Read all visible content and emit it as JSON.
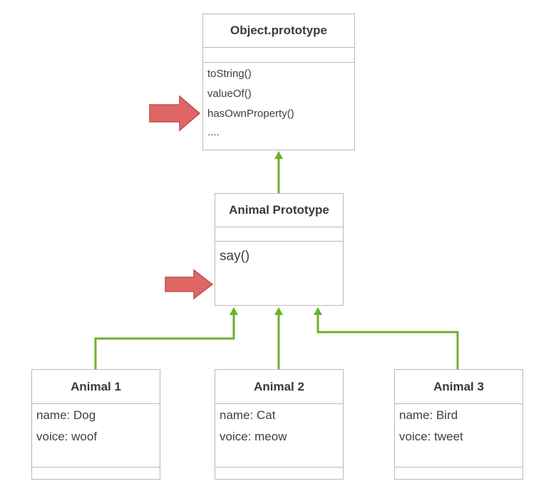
{
  "colors": {
    "connector": "#6cb12d",
    "arrow_fill": "#e06666",
    "arrow_stroke": "#c0504d",
    "box_border": "#b9b9b9",
    "text": "#3f3f3f"
  },
  "object_prototype": {
    "title": "Object.prototype",
    "methods": [
      "toString()",
      "valueOf()",
      "hasOwnProperty()",
      "...."
    ]
  },
  "animal_prototype": {
    "title": "Animal Prototype",
    "methods": [
      "say()"
    ]
  },
  "animals": [
    {
      "title": "Animal 1",
      "properties": [
        "name: Dog",
        "voice: woof"
      ]
    },
    {
      "title": "Animal 2",
      "properties": [
        "name: Cat",
        "voice: meow"
      ]
    },
    {
      "title": "Animal 3",
      "properties": [
        "name: Bird",
        "voice: tweet"
      ]
    }
  ]
}
